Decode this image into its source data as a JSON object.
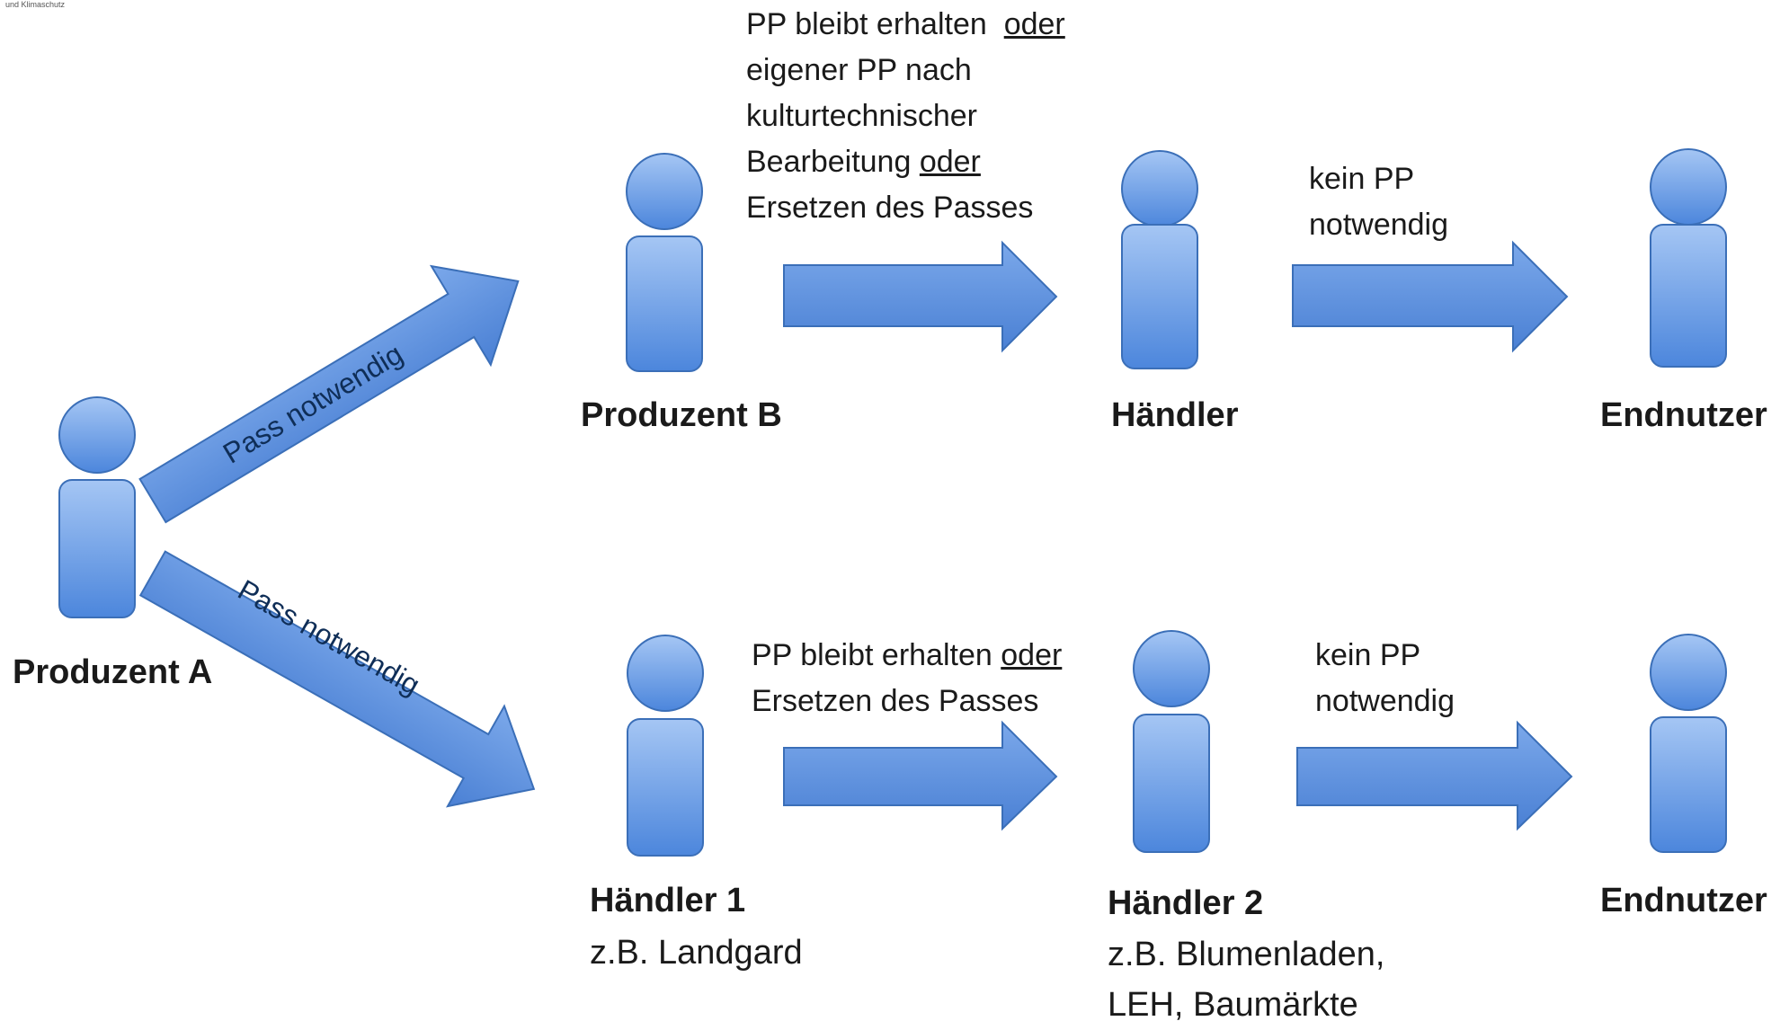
{
  "colors": {
    "fill_light": "#a5c6f4",
    "fill_dark": "#4c86dc",
    "stroke": "#3b6fb8"
  },
  "header": {
    "corner_text": "und Klimaschutz"
  },
  "actors": {
    "produzent_a": "Produzent A",
    "produzent_b": "Produzent B",
    "haendler_top": "Händler",
    "endnutzer_top": "Endnutzer",
    "haendler_1": "Händler 1",
    "haendler_1_example": "z.B. Landgard",
    "haendler_2": "Händler 2",
    "haendler_2_example_line1": "z.B. Blumenladen,",
    "haendler_2_example_line2": "LEH, Baumärkte",
    "endnutzer_bottom": "Endnutzer"
  },
  "arrow_labels": {
    "to_produzent_b": "Pass notwendig",
    "to_haendler_1": "Pass notwendig"
  },
  "notes": {
    "top_left": {
      "line1_text": "PP bleibt erhalten",
      "line1_link": "oder",
      "line2": "eigener PP nach",
      "line3": "kulturtechnischer",
      "line4_text": "Bearbeitung",
      "line4_link": "oder",
      "line5": "Ersetzen des Passes"
    },
    "top_right": {
      "line1": "kein PP",
      "line2": "notwendig"
    },
    "bottom_left": {
      "line1_text": "PP bleibt erhalten",
      "line1_link": "oder",
      "line2": "Ersetzen des Passes"
    },
    "bottom_right": {
      "line1": "kein PP",
      "line2": "notwendig"
    }
  }
}
